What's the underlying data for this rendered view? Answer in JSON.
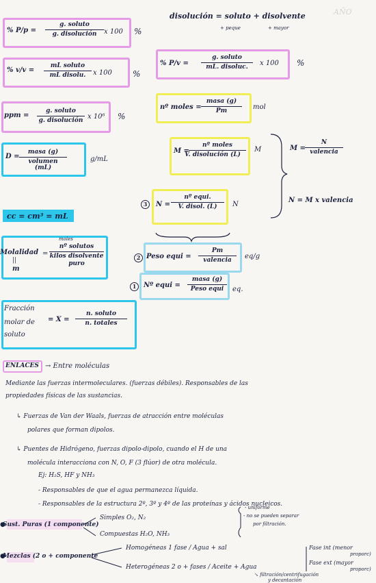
{
  "top_right": {
    "equation": "disolución = soluto + disolvente",
    "under_soluto": "+ peque",
    "under_disolvente": "+ mayor",
    "faint": "AÑO"
  },
  "left": {
    "pp": {
      "lhs": "% P/p =",
      "num": "g. soluto",
      "den": "g. disolución",
      "factor": "x 100",
      "pct": "%"
    },
    "vv": {
      "lhs": "% v/v =",
      "num": "mL soluto",
      "den": "mL disolu.",
      "factor": "x 100",
      "pct": "%"
    },
    "ppm": {
      "lhs": "ppm =",
      "num": "g. soluto",
      "den": "g. disolución",
      "factor": "x 10⁶",
      "pct": "%"
    },
    "density": {
      "lhs": "D =",
      "num": "masa (g)",
      "den": "volumen (mL)",
      "unit": "g/mL"
    },
    "cc": "cc = cm³ = mL",
    "molalidad": {
      "lhs1": "Molalidad",
      "lhs2": "||",
      "lhs3": "m",
      "eq": "=",
      "over": "moles",
      "num": "nº solutos",
      "den1": "kilos disolvente",
      "den2": "puro"
    },
    "fraccion": {
      "l1": "Fracción",
      "l2": "molar de",
      "l3": "soluto",
      "eq": "= X =",
      "num": "n. soluto",
      "den": "n. totales"
    }
  },
  "right": {
    "pv": {
      "lhs": "% P/v =",
      "num": "g. soluto",
      "den": "mL. disoluc.",
      "factor": "x 100",
      "pct": "%"
    },
    "moles": {
      "lhs": "nº moles =",
      "num": "masa (g)",
      "den": "Pm",
      "unit": "mol"
    },
    "molaridad": {
      "lhs": "M =",
      "num": "nº moles",
      "den": "V. disolución (L)",
      "unit": "M"
    },
    "normalidad": {
      "circle": "3",
      "lhs": "N =",
      "num": "nº equi.",
      "den": "V. disol. (L)",
      "unit": "N"
    },
    "peso_equi": {
      "circle": "2",
      "lhs": "Peso equi =",
      "num": "Pm",
      "den": "valencia",
      "unit": "eq/g"
    },
    "n_equi": {
      "circle": "1",
      "lhs": "Nº equi =",
      "num": "masa (g)",
      "den": "Peso equi",
      "unit": "eq."
    },
    "m_from_n": {
      "lhs": "M =",
      "num": "N",
      "den": "valencia"
    },
    "n_from_m": "N = M x valencia"
  },
  "enlaces": {
    "title": "ENLACES",
    "arrow_text": "→ Entre moléculas",
    "p1": "Mediante las fuerzas intermoleculares. (fuerzas débiles). Responsables de las",
    "p1b": "propiedades físicas de las sustancias.",
    "vdw1": "↳ Fuerzas de Van der Waals, fuerzas de atracción entre moléculas",
    "vdw2": "polares que forman dipolos.",
    "ph1": "↳ Puentes de Hidrógeno, fuerzas dipolo-dipolo, cuando el H de una",
    "ph2": "molécula interacciona con N, O, F (3 flúor) de otra molécula.",
    "ej": "Ej: H₂S, HF y NH₃",
    "r1": "- Responsables de que el agua permanezca líquida.",
    "r2": "- Responsables de la estructura 2º, 3º y 4º de las proteínas y ácidos nucleicos."
  },
  "sust": {
    "label": "Sust. Puras (1 componente)",
    "simples": "Simples O₂, N₂",
    "compuestas": "Compuestas H₂O, NH₃",
    "note1": "- uniforme",
    "note2": "- no se pueden separar",
    "note3": "por filtración."
  },
  "mezclas": {
    "label": "Mezclas (2 o + componente",
    "homo": "Homogéneas 1 fase / Agua + sal",
    "hetero": "Heterogéneas 2 o + fases / Aceite + Agua",
    "fase_int": "Fase int (menor",
    "fase_int2": "proporc)",
    "fase_ext": "Fase ext (mayor",
    "fase_ext2": "proporc)",
    "filtr": "↘ filtración/centrifugación",
    "filtr2": "y decantación"
  }
}
